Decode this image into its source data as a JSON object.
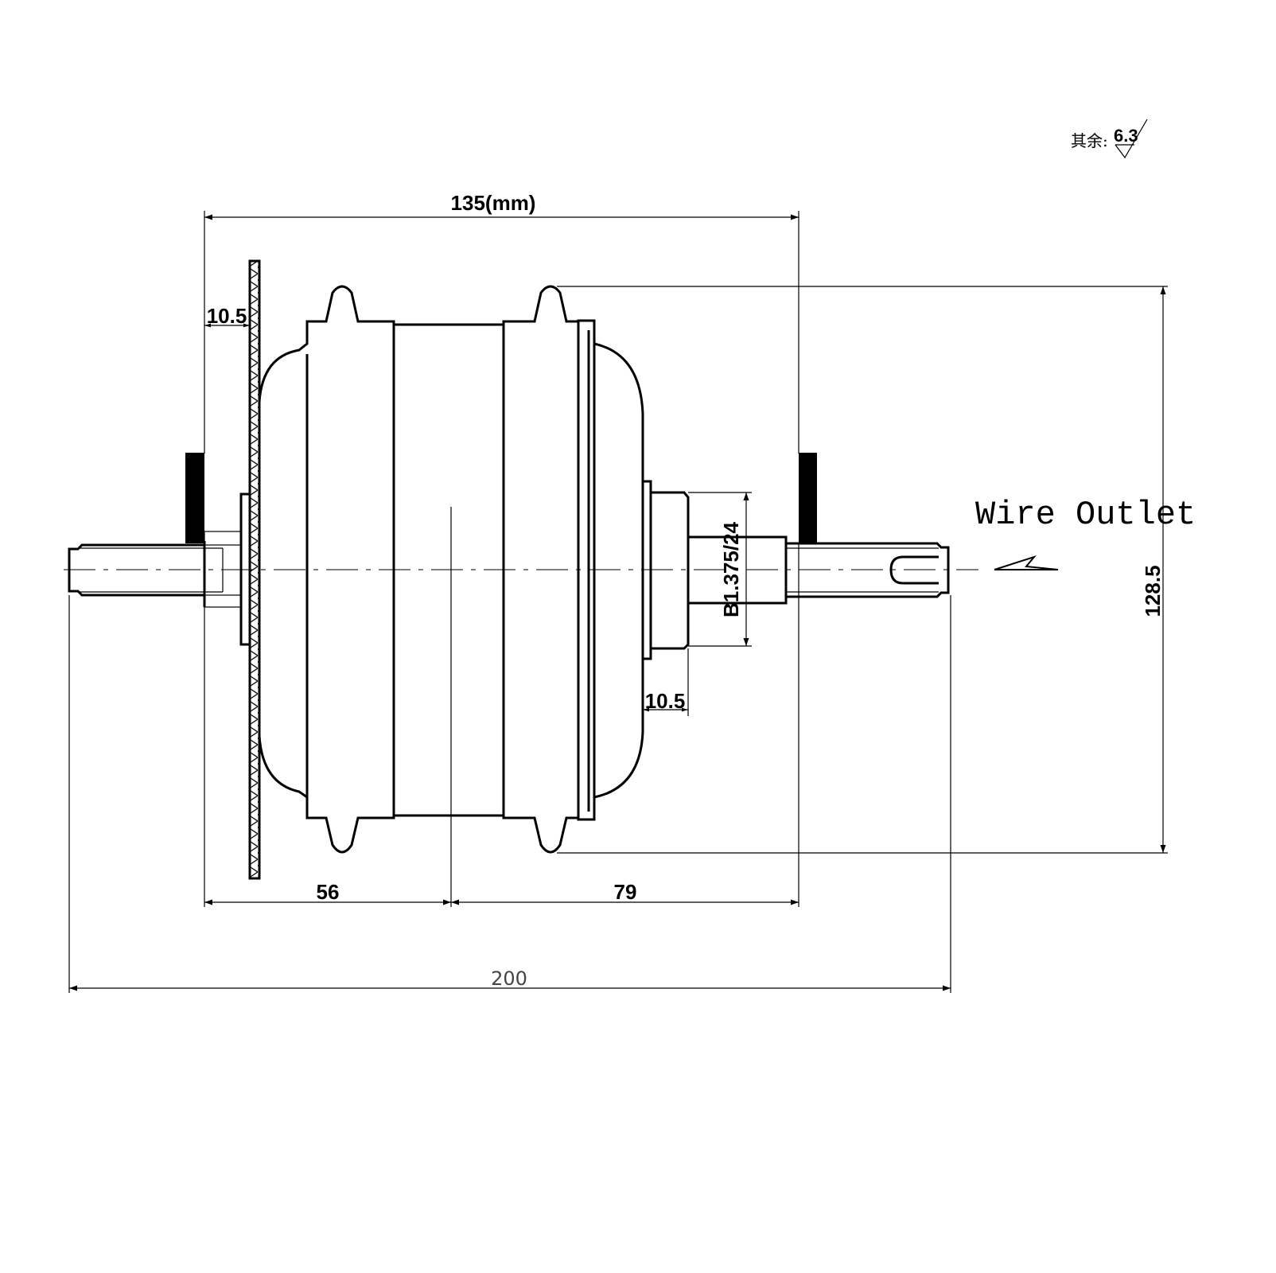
{
  "drawing": {
    "roughness_note_prefix": "其余:",
    "roughness_value": "6.3",
    "wire_outlet_label": "Wire Outlet",
    "dimensions": {
      "overall_width": "135(mm)",
      "left_offset": "10.5",
      "right_offset": "10.5",
      "left_to_center": "56",
      "center_to_right": "79",
      "axle_length": "200",
      "diameter": "128.5",
      "thread_spec": "B1.375/24"
    }
  }
}
